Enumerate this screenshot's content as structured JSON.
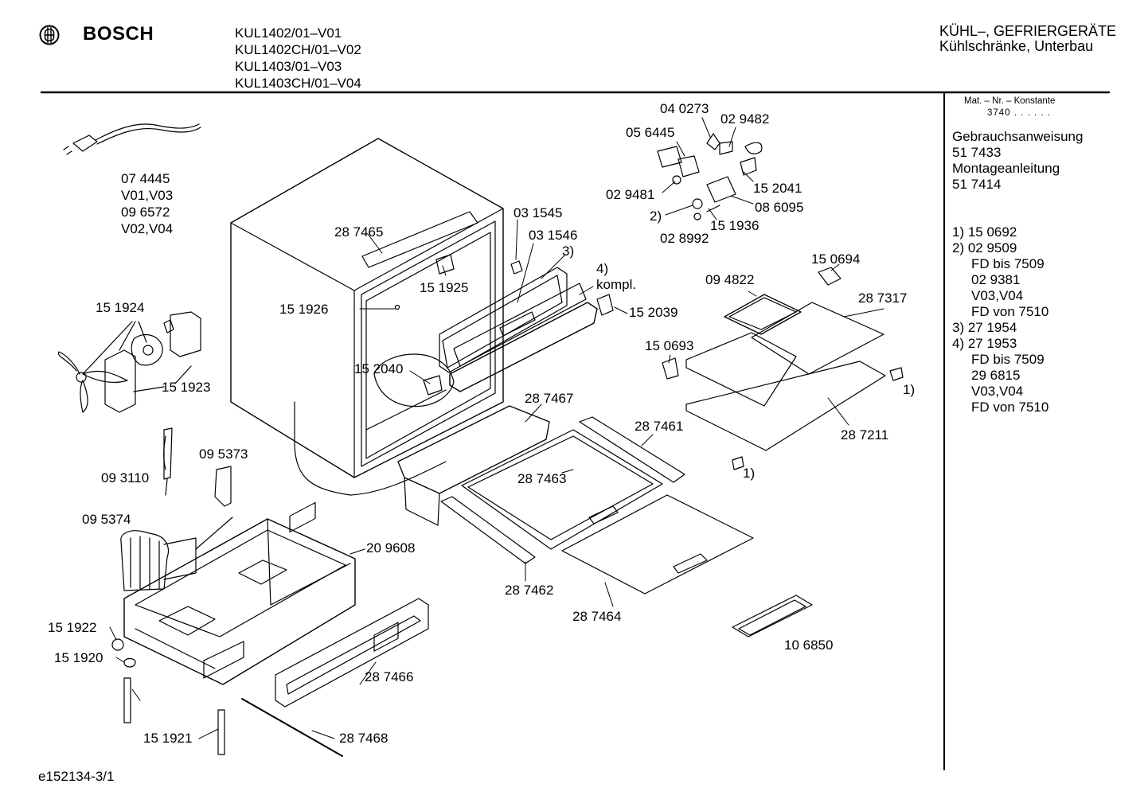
{
  "header": {
    "brand": "BOSCH",
    "models": [
      "KUL1402/01–V01",
      "KUL1402CH/01–V02",
      "KUL1403/01–V03",
      "KUL1403CH/01–V04"
    ],
    "category_line1": "KÜHL–, GEFRIERGERÄTE",
    "category_line2": "Kühlschränke, Unterbau"
  },
  "sidebar": {
    "konstante_label": "Mat. – Nr. – Konstante",
    "konstante_value": "3740 . . . . . .",
    "docs": [
      "Gebrauchsanweisung",
      "51 7433",
      "Montageanleitung",
      "51 7414"
    ],
    "notes": [
      {
        "text": "1) 15 0692",
        "indent": false
      },
      {
        "text": "2) 02 9509",
        "indent": false
      },
      {
        "text": "FD bis 7509",
        "indent": true
      },
      {
        "text": "02 9381",
        "indent": true
      },
      {
        "text": "V03,V04",
        "indent": true
      },
      {
        "text": "FD von 7510",
        "indent": true
      },
      {
        "text": "3) 27 1954",
        "indent": false
      },
      {
        "text": "4) 27 1953",
        "indent": false
      },
      {
        "text": "FD bis 7509",
        "indent": true
      },
      {
        "text": "29 6815",
        "indent": true
      },
      {
        "text": "V03,V04",
        "indent": true
      },
      {
        "text": "FD von 7510",
        "indent": true
      }
    ]
  },
  "footer": {
    "code": "e152134-3/1"
  },
  "labels": {
    "cable_lines": [
      "07 4445",
      "V01,V03",
      "09 6572",
      "V02,V04"
    ],
    "p287465": "28 7465",
    "p031545": "03 1545",
    "p031546": "03 1546",
    "p3": "3)",
    "p4": "4)",
    "kompl": "kompl.",
    "p151925": "15 1925",
    "p151926": "15 1926",
    "p152039": "15 2039",
    "p152040": "15 2040",
    "p151924": "15 1924",
    "p151923": "15 1923",
    "p040273": "04 0273",
    "p029482": "02 9482",
    "p056445": "05 6445",
    "p029481": "02 9481",
    "p152041": "15 2041",
    "p086095": "08 6095",
    "p2": "2)",
    "p151936": "15 1936",
    "p028992": "02 8992",
    "p150694": "15 0694",
    "p094822": "09 4822",
    "p287317": "28 7317",
    "p150693": "15 0693",
    "p1a": "1)",
    "p1b": "1)",
    "p287211": "28 7211",
    "p287467": "28 7467",
    "p287461": "28 7461",
    "p287463": "28 7463",
    "p287462": "28 7462",
    "p287464": "28 7464",
    "p106850": "10 6850",
    "p093110": "09 3110",
    "p095373": "09 5373",
    "p095374": "09 5374",
    "p209608": "20 9608",
    "p151922": "15 1922",
    "p151920": "15 1920",
    "p287466": "28 7466",
    "p151921": "15 1921",
    "p287468": "28 7468"
  }
}
